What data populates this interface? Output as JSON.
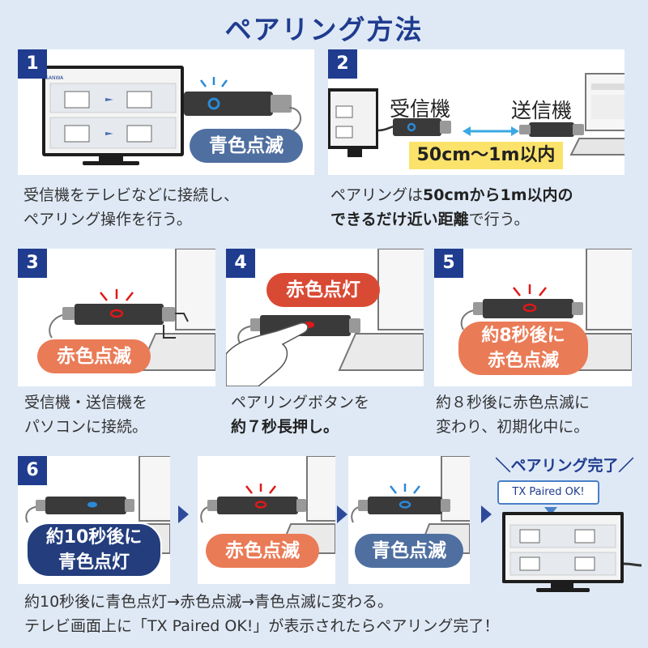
{
  "title": "ペアリング方法",
  "steps": {
    "s1": {
      "num": "1",
      "bubble": "青色点滅",
      "logo": "SANWA",
      "caption_line1": "受信機をテレビなどに接続し、",
      "caption_line2": "ペアリング操作を行う。"
    },
    "s2": {
      "num": "2",
      "receiver_label": "受信機",
      "sender_label": "送信機",
      "distance": "50cm～1m以内",
      "caption_l1_a": "ペアリングは",
      "caption_l1_b": "50cmから1m以内の",
      "caption_l2_a": "できるだけ近い距離",
      "caption_l2_b": "で行う。"
    },
    "s3": {
      "num": "3",
      "bubble": "赤色点滅",
      "caption_line1": "受信機・送信機を",
      "caption_line2": "パソコンに接続。"
    },
    "s4": {
      "num": "4",
      "bubble": "赤色点灯",
      "caption_line1": "ペアリングボタンを",
      "caption_line2": "約７秒長押し。"
    },
    "s5": {
      "num": "5",
      "bubble_line1": "約8秒後に",
      "bubble_line2": "赤色点滅",
      "caption_line1": "約８秒後に赤色点滅に",
      "caption_line2": "変わり、初期化中に。"
    },
    "s6": {
      "num": "6",
      "bubble_a_line1": "約10秒後に",
      "bubble_a_line2": "青色点灯",
      "bubble_b": "赤色点滅",
      "bubble_c": "青色点滅",
      "complete": "＼ペアリング完了／",
      "tv_message": "TX Paired OK!",
      "caption_line1": "約10秒後に青色点灯→赤色点滅→青色点滅に変わる。",
      "caption_line2": "テレビ画面上に「TX Paired OK!」が表示されたらペアリング完了！"
    }
  },
  "colors": {
    "navy": "#1f3c8f",
    "blink_blue": "#2a8ad8",
    "blink_red": "#e01818",
    "distance_bg": "#fbe36b"
  }
}
